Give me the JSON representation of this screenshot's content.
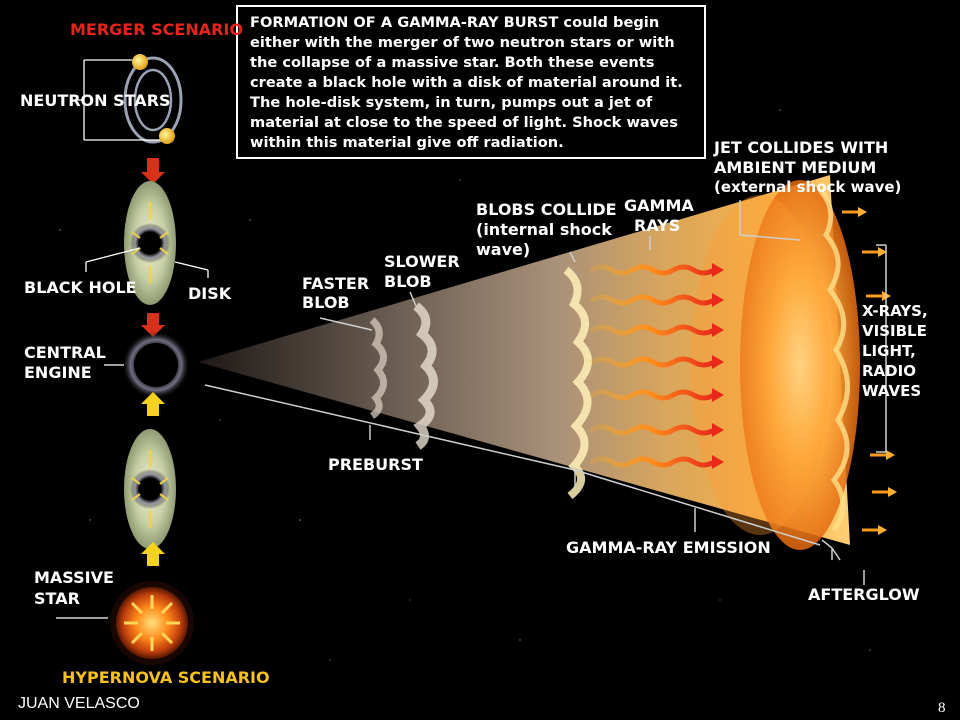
{
  "caption": {
    "heading": "FORMATION OF A GAMMA-RAY BURST",
    "body": " could begin either with the merger of two neutron stars or with the collapse of a massive star. Both these events create a black hole with a disk of material around it. The hole-disk system, in turn, pumps out a jet of material at close to the speed of light. Shock waves within this material give off radiation."
  },
  "labels": {
    "merger_scenario": "MERGER SCENARIO",
    "neutron_stars": "NEUTRON STARS",
    "black_hole": "BLACK HOLE",
    "disk": "DISK",
    "central_engine_1": "CENTRAL",
    "central_engine_2": "ENGINE",
    "massive_star_1": "MASSIVE",
    "massive_star_2": "STAR",
    "hypernova_scenario": "HYPERNOVA SCENARIO",
    "faster_blob_1": "FASTER",
    "faster_blob_2": "BLOB",
    "slower_blob_1": "SLOWER",
    "slower_blob_2": "BLOB",
    "blobs_collide_1": "BLOBS COLLIDE",
    "blobs_collide_2": "(internal shock",
    "blobs_collide_3": "wave)",
    "gamma_rays_1": "GAMMA",
    "gamma_rays_2": "RAYS",
    "jet_collides_1": "JET COLLIDES WITH",
    "jet_collides_2": "AMBIENT MEDIUM",
    "jet_collides_3": "(external shock wave)",
    "xrays_1": "X-RAYS,",
    "xrays_2": "VISIBLE",
    "xrays_3": "LIGHT,",
    "xrays_4": "RADIO",
    "xrays_5": "WAVES",
    "preburst": "PREBURST",
    "gamma_ray_emission": "GAMMA-RAY EMISSION",
    "afterglow": "AFTERGLOW"
  },
  "credit": "JUAN VELASCO",
  "page_number": "8",
  "colors": {
    "background": "#000000",
    "scenario_red": "#e8241a",
    "scenario_yellow": "#f7c11a",
    "arrow_red": "#d8321c",
    "arrow_yellow": "#f5d21c",
    "disk_green": "#b8c49a",
    "ray_orange": "#ff6a1a"
  },
  "icons": [
    "neutron-star-icon",
    "black-hole-icon",
    "massive-star-icon",
    "arrow-down-icon",
    "arrow-up-icon",
    "gamma-ray-icon"
  ]
}
